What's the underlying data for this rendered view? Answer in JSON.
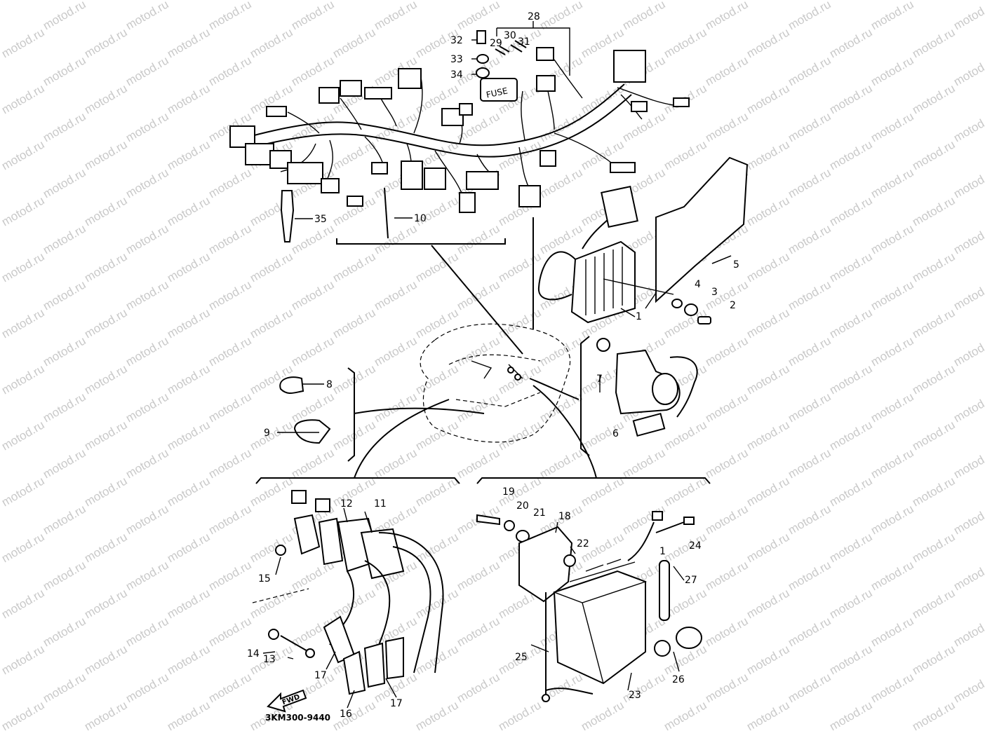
{
  "diagram": {
    "drawing_code": "3KM300-9440",
    "fwd_label": "FWD",
    "watermark_text": "motod.ru",
    "callouts": {
      "c1a": "1",
      "c1b": "1",
      "c2": "2",
      "c3": "3",
      "c4": "4",
      "c5": "5",
      "c6": "6",
      "c7": "7",
      "c8": "8",
      "c9": "9",
      "c10": "10",
      "c11": "11",
      "c12": "12",
      "c13": "13",
      "c14": "14",
      "c15": "15",
      "c16": "16",
      "c17a": "17",
      "c17b": "17",
      "c18": "18",
      "c19": "19",
      "c20": "20",
      "c21": "21",
      "c22": "22",
      "c23": "23",
      "c24": "24",
      "c25": "25",
      "c26": "26",
      "c27": "27",
      "c28": "28",
      "c29": "29",
      "c30": "30",
      "c31": "31",
      "c32": "32",
      "c33": "33",
      "c34": "34",
      "c35": "35"
    },
    "fuse_label": "FUSE"
  }
}
